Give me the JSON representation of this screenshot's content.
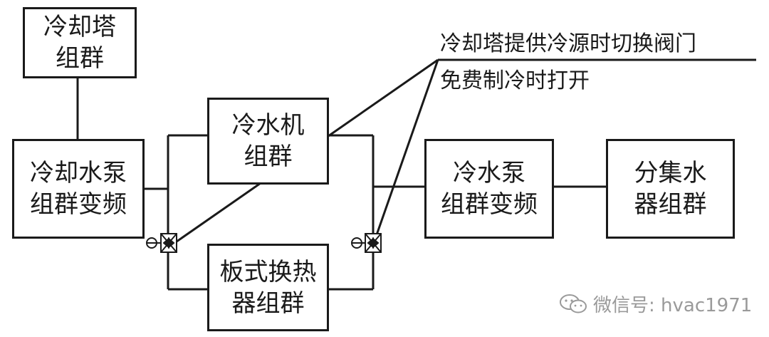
{
  "boxes": {
    "cooling_tower": "冷却塔\n组群",
    "cooling_pump": "冷却水泵\n组群变频",
    "chiller": "冷水机\n组群",
    "plate_exchanger": "板式换热\n器组群",
    "chilled_pump": "冷水泵\n组群变频",
    "distributor": "分集水\n器组群"
  },
  "annotation": {
    "line1": "冷却塔提供冷源时切换阀门",
    "line2": "免费制冷时打开"
  },
  "watermark": {
    "text": "微信号: hvac1971",
    "icon": "wechat-icon"
  },
  "colors": {
    "line": "#1a1a1a",
    "watermark": "#9a9a9a"
  }
}
